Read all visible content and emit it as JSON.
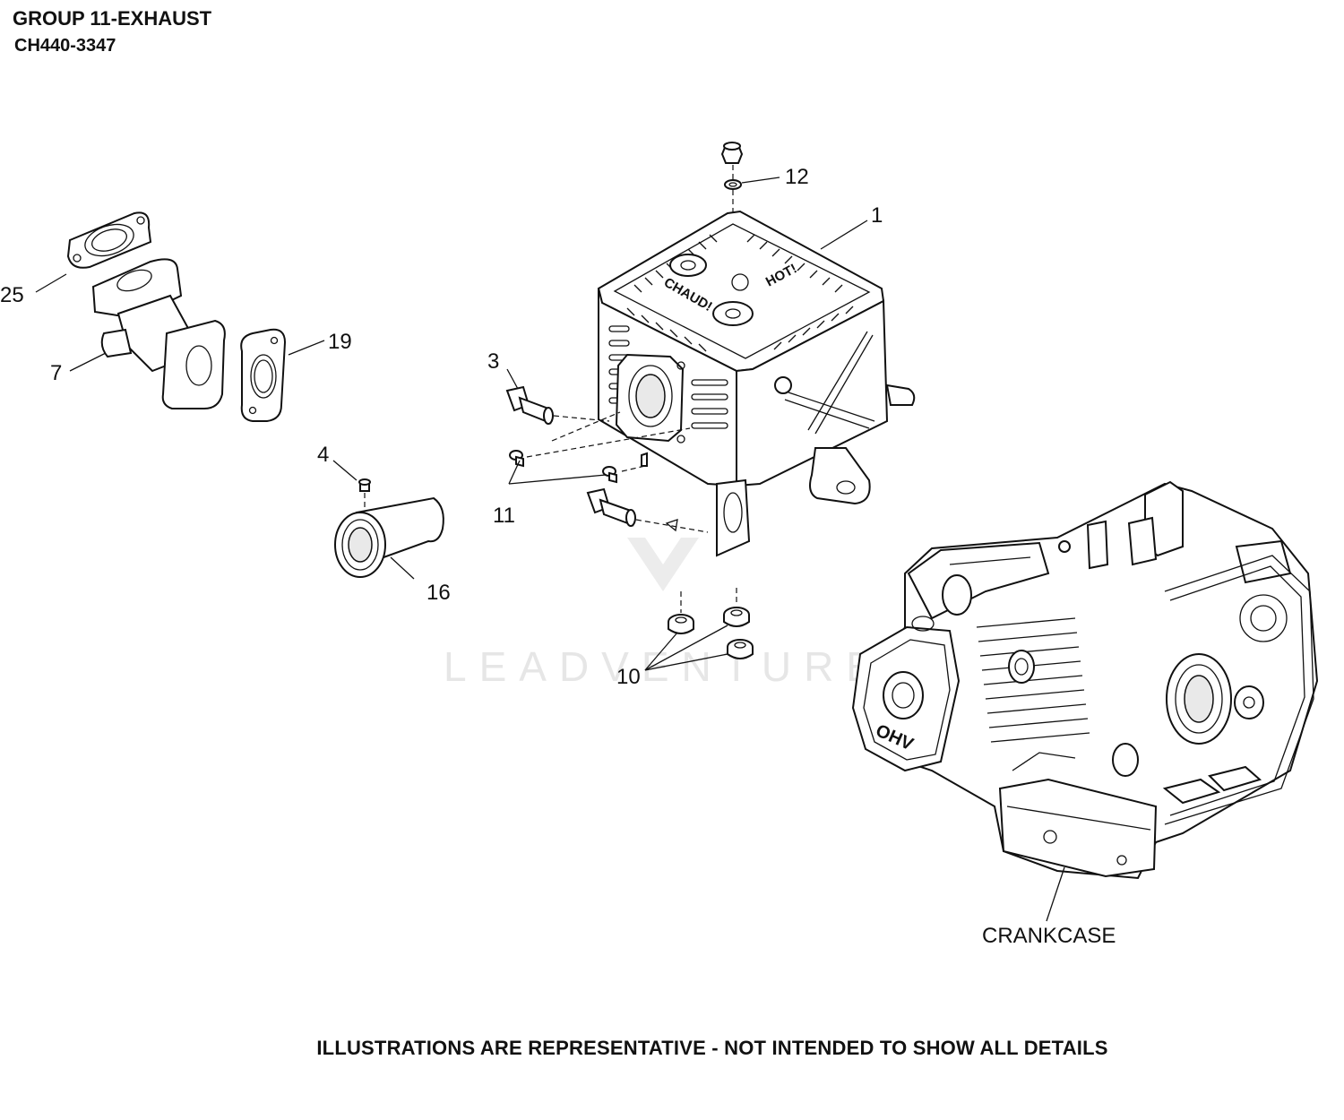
{
  "header": {
    "title": "GROUP 11-EXHAUST",
    "subtitle": "CH440-3347"
  },
  "footer": {
    "note": "ILLUSTRATIONS ARE REPRESENTATIVE - NOT INTENDED TO SHOW ALL DETAILS"
  },
  "watermark": {
    "text": "LEADVENTURE"
  },
  "callouts": {
    "c1": "1",
    "c3": "3",
    "c4": "4",
    "c7": "7",
    "c10": "10",
    "c11": "11",
    "c12": "12",
    "c16": "16",
    "c19": "19",
    "c25": "25",
    "crankcase": "CRANKCASE"
  },
  "muffler_markings": {
    "left": "CHAUD!",
    "right": "HOT!"
  },
  "engine_markings": {
    "valve_cover": "OHV"
  }
}
